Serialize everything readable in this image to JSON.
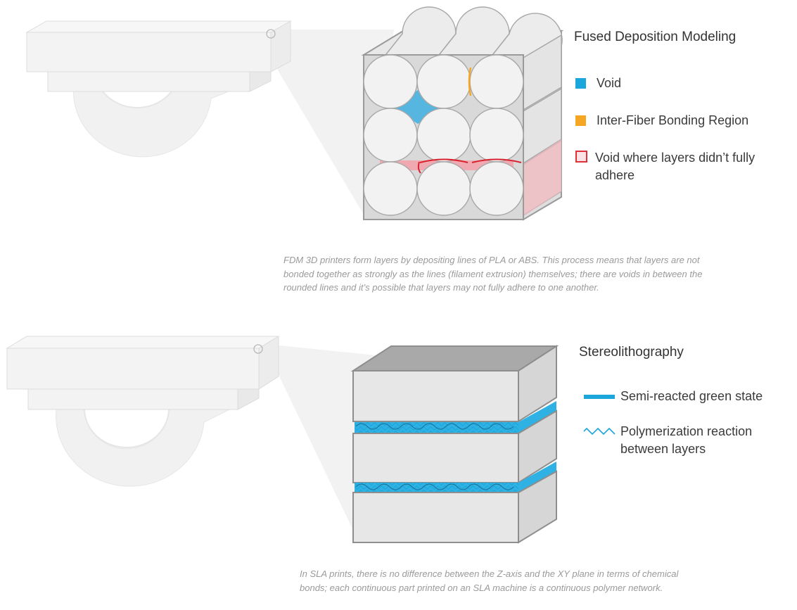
{
  "fdm": {
    "title": "Fused Deposition Modeling",
    "legend": [
      {
        "label": "Void",
        "color": "#1ba7dc",
        "type": "filled"
      },
      {
        "label": "Inter-Fiber Bonding Region",
        "color": "#f5a623",
        "type": "filled"
      },
      {
        "label": "Void where layers didn’t fully adhere",
        "color": "#e0303a",
        "type": "outline"
      }
    ],
    "caption": "FDM 3D printers form layers by depositing lines of PLA or ABS. This process means that layers are not bonded together as strongly as the lines (filament extrusion) themselves; there are voids in between the rounded lines and it’s possible that layers may not fully adhere to one another."
  },
  "sla": {
    "title": "Stereolithography",
    "legend": [
      {
        "label": "Semi-reacted green state",
        "color": "#1ba7dc",
        "type": "line"
      },
      {
        "label": "Polymerization reaction between layers",
        "color": "#1ba7dc",
        "type": "zigzag"
      }
    ],
    "caption": "In SLA prints, there is no difference between the Z-axis and the XY plane in terms of chemical bonds; each continuous part printed on an SLA machine is a continuous polymer network."
  }
}
